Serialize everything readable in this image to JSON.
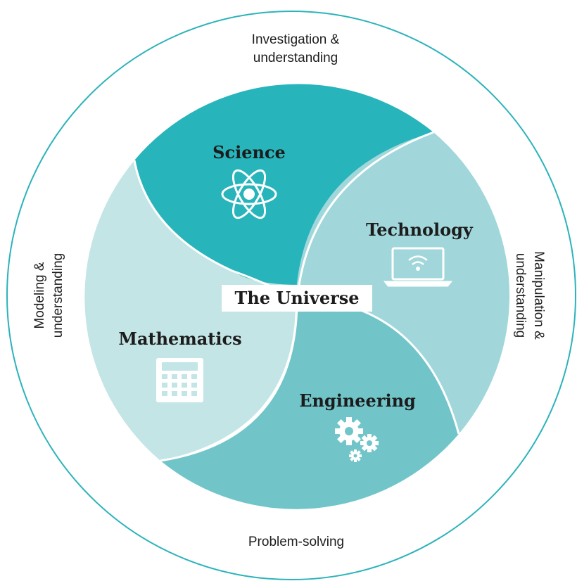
{
  "outer_labels": {
    "top_line1": "Investigation &",
    "top_line2": "understanding",
    "left_line1": "Modeling &",
    "left_line2": "understanding",
    "right_line1": "Manipulation &",
    "right_line2": "understanding",
    "bottom": "Problem-solving"
  },
  "center": {
    "label": "The Universe"
  },
  "fields": {
    "science": {
      "label": "Science",
      "icon": "atom-icon",
      "color": "#27b4bb"
    },
    "technology": {
      "label": "Technology",
      "icon": "laptop-wifi-icon",
      "color": "#a1d7da"
    },
    "engineering": {
      "label": "Engineering",
      "icon": "gears-icon",
      "color": "#71c5c9"
    },
    "mathematics": {
      "label": "Mathematics",
      "icon": "calculator-icon",
      "color": "#c4e5e6"
    }
  },
  "colors": {
    "outer_ring": "#2cb3ba",
    "divider": "#ffffff",
    "text": "#1c1c1c"
  }
}
